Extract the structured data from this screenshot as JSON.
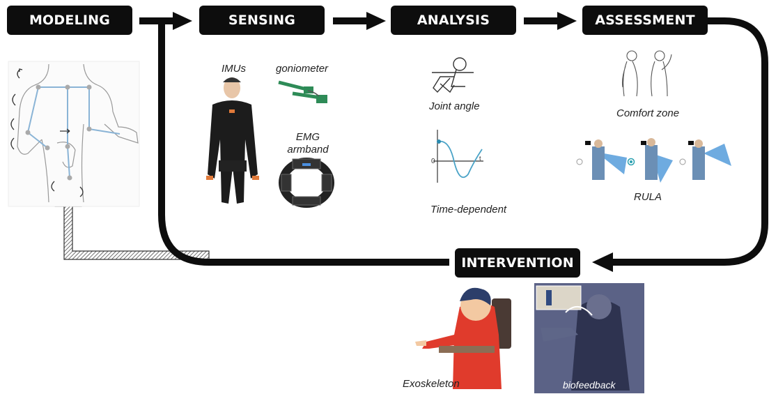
{
  "stages": {
    "modeling": "MODELING",
    "sensing": "SENSING",
    "analysis": "ANALYSIS",
    "assessment": "ASSESSMENT",
    "intervention": "INTERVENTION"
  },
  "sensing": {
    "imus": "IMUs",
    "goniometer": "goniometer",
    "emg_line1": "EMG",
    "emg_line2": "armband"
  },
  "analysis": {
    "joint_angle": "Joint angle",
    "time_dependent": "Time-dependent",
    "graph_zero": "0",
    "graph_t": "t"
  },
  "assessment": {
    "comfort_zone": "Comfort zone",
    "rula": "RULA"
  },
  "intervention": {
    "exoskeleton": "Exoskeleton",
    "biofeedback": "biofeedback"
  },
  "colors": {
    "box": "#0d0d0d",
    "skeleton": "#8ab4d6",
    "curve": "#4aa3c7",
    "rula_blue": "#3d8fd6"
  },
  "icons": [
    "human-body-model",
    "imu-suit-person",
    "goniometer-sensor",
    "emg-armband",
    "joint-angle-figure",
    "sine-curve",
    "posture-figures",
    "rula-figures",
    "exoskeleton-person",
    "biofeedback-photo"
  ]
}
